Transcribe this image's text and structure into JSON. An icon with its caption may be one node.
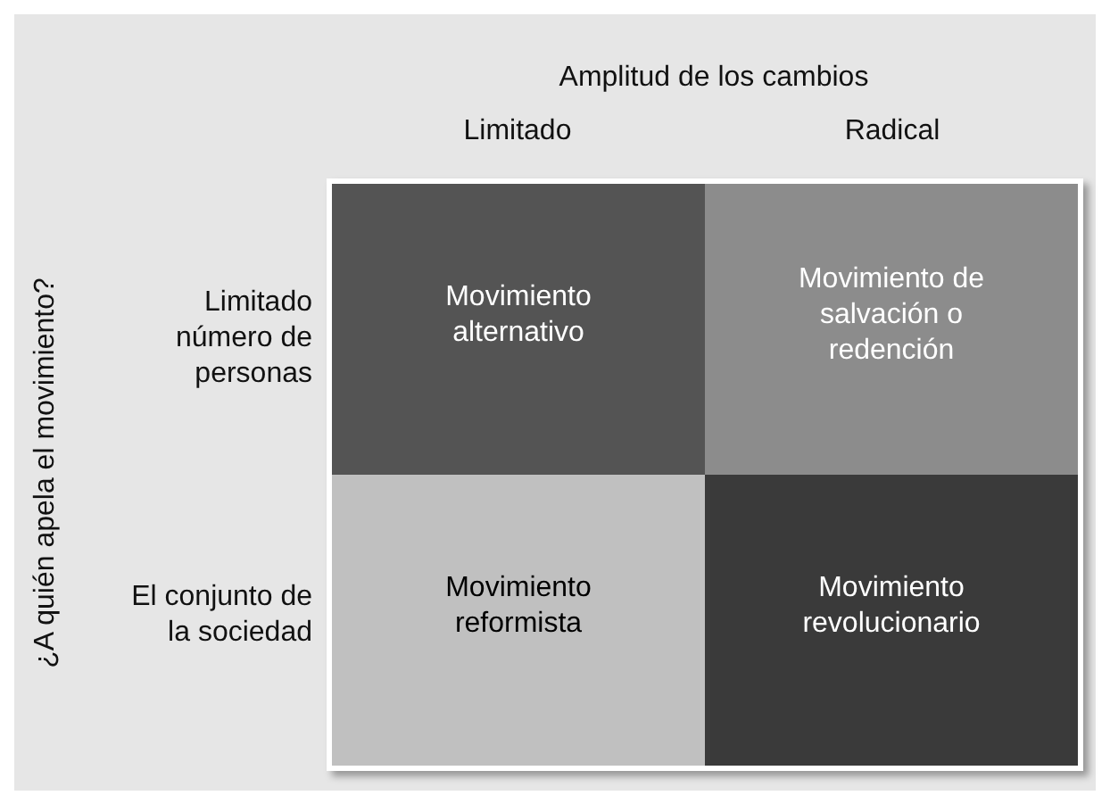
{
  "diagram": {
    "nodes": [
      {
        "text": [
          "Movimiento alternativo"
        ]
      },
      {
        "text": [
          "Movimiento de salvación o redención"
        ]
      },
      {
        "text": [
          "Movimiento reformista"
        ]
      },
      {
        "text": [
          "Movimiento revolucionario"
        ]
      }
    ],
    "labels": [
      "Amplitud de los cambios",
      "Limitado",
      "Radical",
      "¿A quién apela el movimiento?",
      "Limitado número de personas",
      "El conjunto de la sociedad"
    ]
  }
}
